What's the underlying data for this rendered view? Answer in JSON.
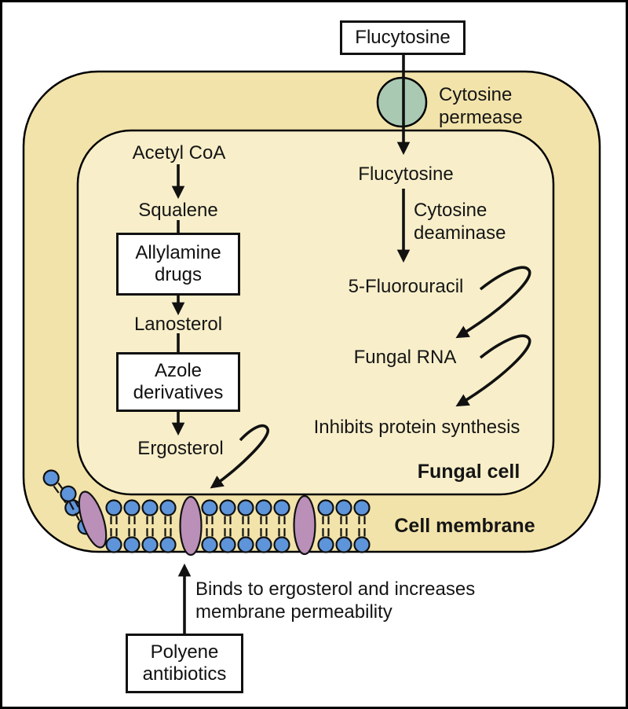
{
  "diagram": {
    "source_drug": "Flucytosine",
    "transporter": "Cytosine permease",
    "fungal_cell_label": "Fungal cell",
    "cell_membrane_label": "Cell membrane",
    "flucytosine_pathway": {
      "substrate": "Flucytosine",
      "enzyme": "Cytosine deaminase",
      "product": "5-Fluorouracil",
      "target": "Fungal RNA",
      "effect": "Inhibits protein synthesis"
    },
    "ergosterol_pathway": {
      "start": "Acetyl CoA",
      "intermediate1": "Squalene",
      "inhibitor1": "Allylamine drugs",
      "intermediate2": "Lanosterol",
      "inhibitor2": "Azole derivatives",
      "product": "Ergosterol"
    },
    "polyene": {
      "drug": "Polyene antibiotics",
      "note": "Binds to ergosterol and increases membrane permeability"
    },
    "colors": {
      "cell_wall": "#f2e3aa",
      "cytoplasm": "#f8efca",
      "permease_circle": "#a9c9b3",
      "lipid_head": "#5e94d9",
      "sterol_oval": "#ba8fb8",
      "outline": "#000000"
    }
  }
}
